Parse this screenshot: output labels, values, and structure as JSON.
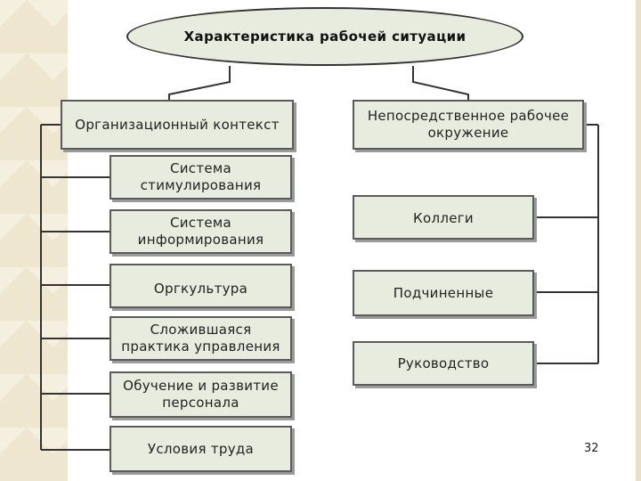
{
  "title": "Характеристика рабочей ситуации",
  "left_group": {
    "header": "Организационный контекст",
    "items": [
      "Система стимулирования",
      "Система информирования",
      "Оргкультура",
      "Сложившаяся практика управления",
      "Обучение и развитие персонала",
      "Условия труда"
    ]
  },
  "right_group": {
    "header": "Непосредственное рабочее окружение",
    "items": [
      "Коллеги",
      "Подчиненные",
      "Руководство"
    ]
  },
  "page_number": "32"
}
